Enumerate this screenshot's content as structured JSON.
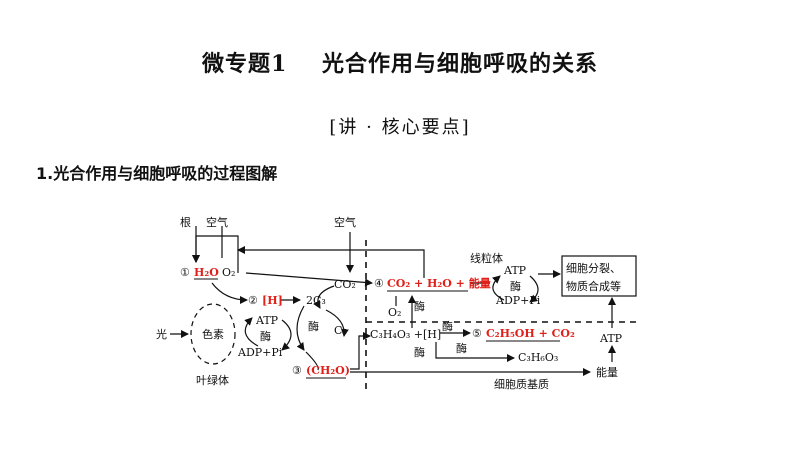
{
  "header": {
    "title": "微专题1    光合作用与细胞呼吸的关系",
    "subtitle": "[讲 · 核心要点]",
    "section": "1.光合作用与细胞呼吸的过程图解"
  },
  "diagram": {
    "root": "根",
    "air_left": "空气",
    "air_top": "空气",
    "n1": "①",
    "h2o": "H₂O",
    "o2_a": "O₂",
    "n2": "②",
    "h_bracket": "[H]",
    "c3_2": "2C₃",
    "co2": "CO₂",
    "enzyme_calvin": "酶",
    "c5": "C₅",
    "light": "光",
    "pigment": "色素",
    "atp_left": "ATP",
    "enzyme_left": "酶",
    "adp_left": "ADP+Pi",
    "n3": "③",
    "ch2o": "(CH₂O)",
    "chloroplast": "叶绿体",
    "n4": "④",
    "eq4": "CO₂ + H₂O + 能量",
    "enzyme_4": "酶",
    "o2_b": "O₂",
    "c3h4o3_h": "C₃H₄O₃ +[H]",
    "enzyme_5a": "酶",
    "enzyme_5b": "酶",
    "n5": "⑤",
    "eq5": "C₂H₅OH + CO₂",
    "enzyme_6": "酶",
    "c3h6o3": "C₃H₆O₃",
    "mitochondria": "线粒体",
    "atp_right": "ATP",
    "enzyme_right": "酶",
    "adp_right": "ADP+Pi",
    "cell_activities_1": "细胞分裂、",
    "cell_activities_2": "物质合成等",
    "atp_bottom": "ATP",
    "energy": "能量",
    "cytoplasm": "细胞质基质"
  },
  "colors": {
    "highlight": "#e0211b"
  }
}
